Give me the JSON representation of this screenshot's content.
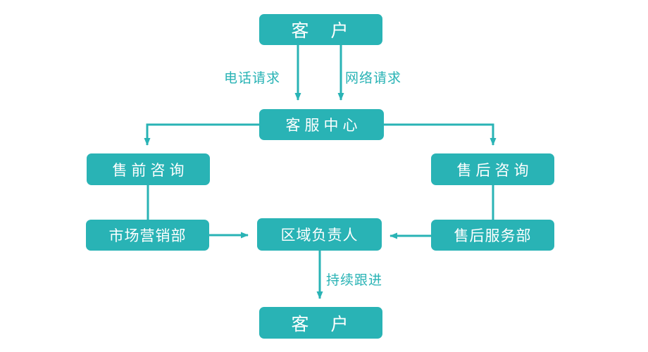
{
  "diagram": {
    "title": "customer-service-flowchart",
    "colors": {
      "accent": "#29b3b5",
      "box_text": "#ffffff",
      "background": "#ffffff"
    },
    "nodes": {
      "customer_top": {
        "label": "客 户"
      },
      "service_center": {
        "label": "客服中心"
      },
      "presales_consult": {
        "label": "售前咨询"
      },
      "aftersales_consult": {
        "label": "售后咨询"
      },
      "marketing_dept": {
        "label": "市场营销部"
      },
      "aftersales_dept": {
        "label": "售后服务部"
      },
      "regional_manager": {
        "label": "区域负责人"
      },
      "customer_bottom": {
        "label": "客 户"
      }
    },
    "edge_labels": {
      "phone_request": "电话请求",
      "web_request": "网络请求",
      "follow_up": "持续跟进"
    }
  }
}
